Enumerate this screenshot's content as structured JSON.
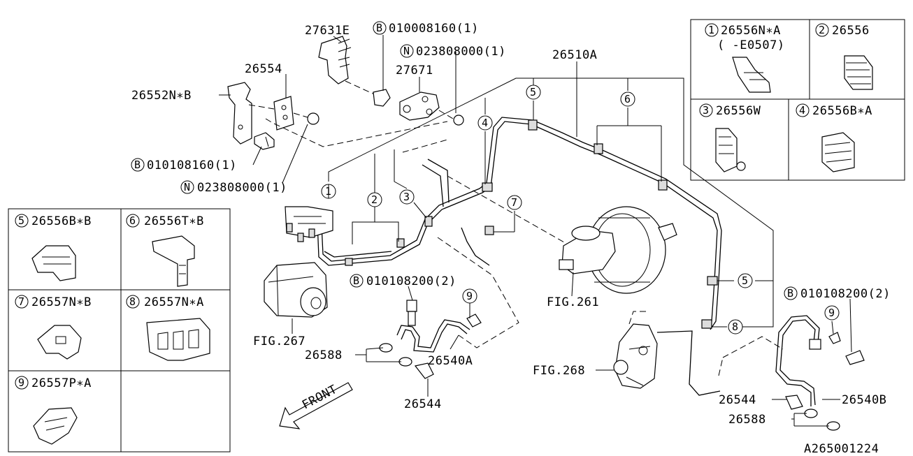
{
  "parts": {
    "p27631E": "27631E",
    "pB010008160": "010008160(1)",
    "p26554": "26554",
    "pN023808000_top": "023808000(1)",
    "p27671": "27671",
    "p26510A": "26510A",
    "p26552NB": "26552N∗B",
    "pB010108160": "010108160(1)",
    "pN023808000_bot": "023808000(1)",
    "pB010108200_left": "010108200(2)",
    "pB010108200_right": "010108200(2)",
    "p26588_left": "26588",
    "p26540A": "26540A",
    "p26544_left": "26544",
    "p26544_right": "26544",
    "p26540B": "26540B",
    "p26588_right": "26588",
    "fig267": "FIG.267",
    "fig261": "FIG.261",
    "fig268": "FIG.268",
    "front": "FRONT",
    "code": "A265001224"
  },
  "markers": {
    "B": "B",
    "N": "N"
  },
  "callouts": {
    "c1": "1",
    "c2": "2",
    "c3": "3",
    "c4": "4",
    "c5": "5",
    "c6": "6",
    "c7": "7",
    "c8": "8",
    "c9": "9"
  },
  "legend_left": [
    {
      "num": "5",
      "part": "26556B∗B"
    },
    {
      "num": "6",
      "part": "26556T∗B"
    },
    {
      "num": "7",
      "part": "26557N∗B"
    },
    {
      "num": "8",
      "part": "26557N∗A"
    },
    {
      "num": "9",
      "part": "26557P∗A"
    }
  ],
  "legend_right": [
    {
      "num": "1",
      "part": "26556N∗A",
      "note": "(   -E0507)"
    },
    {
      "num": "2",
      "part": "26556"
    },
    {
      "num": "3",
      "part": "26556W"
    },
    {
      "num": "4",
      "part": "26556B∗A"
    }
  ]
}
